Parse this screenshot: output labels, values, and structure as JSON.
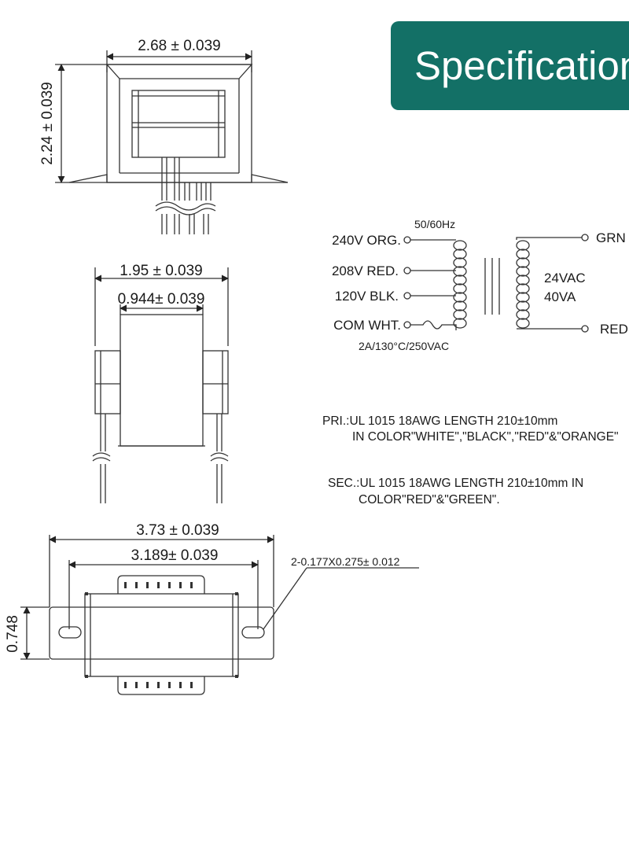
{
  "banner": {
    "title": "Specification",
    "color": "#137066"
  },
  "front_view": {
    "width_dim": "2.68 ± 0.039",
    "height_dim": "2.24 ± 0.039"
  },
  "side_view": {
    "outer_dim": "1.95 ± 0.039",
    "inner_dim": "0.944± 0.039"
  },
  "top_view": {
    "overall_dim": "3.73 ± 0.039",
    "mount_dim": "3.189± 0.039",
    "height_dim": "0.748",
    "slot_dim": "2-0.177X0.275± 0.012"
  },
  "schematic": {
    "frequency": "50/60Hz",
    "primary_taps": [
      "240V ORG.",
      "208V RED.",
      "120V BLK.",
      "COM WHT."
    ],
    "fuse_rating": "2A/130°C/250VAC",
    "secondary_voltage": "24VAC",
    "secondary_power": "40VA",
    "secondary_top": "GRN",
    "secondary_bottom": "RED"
  },
  "notes": {
    "pri_line1": "PRI.:UL 1015 18AWG LENGTH 210±10mm",
    "pri_line2": "IN COLOR\"WHITE\",\"BLACK\",\"RED\"&\"ORANGE\"",
    "sec_line1": "SEC.:UL 1015 18AWG LENGTH 210±10mm IN",
    "sec_line2": "COLOR\"RED\"&\"GREEN\"."
  }
}
